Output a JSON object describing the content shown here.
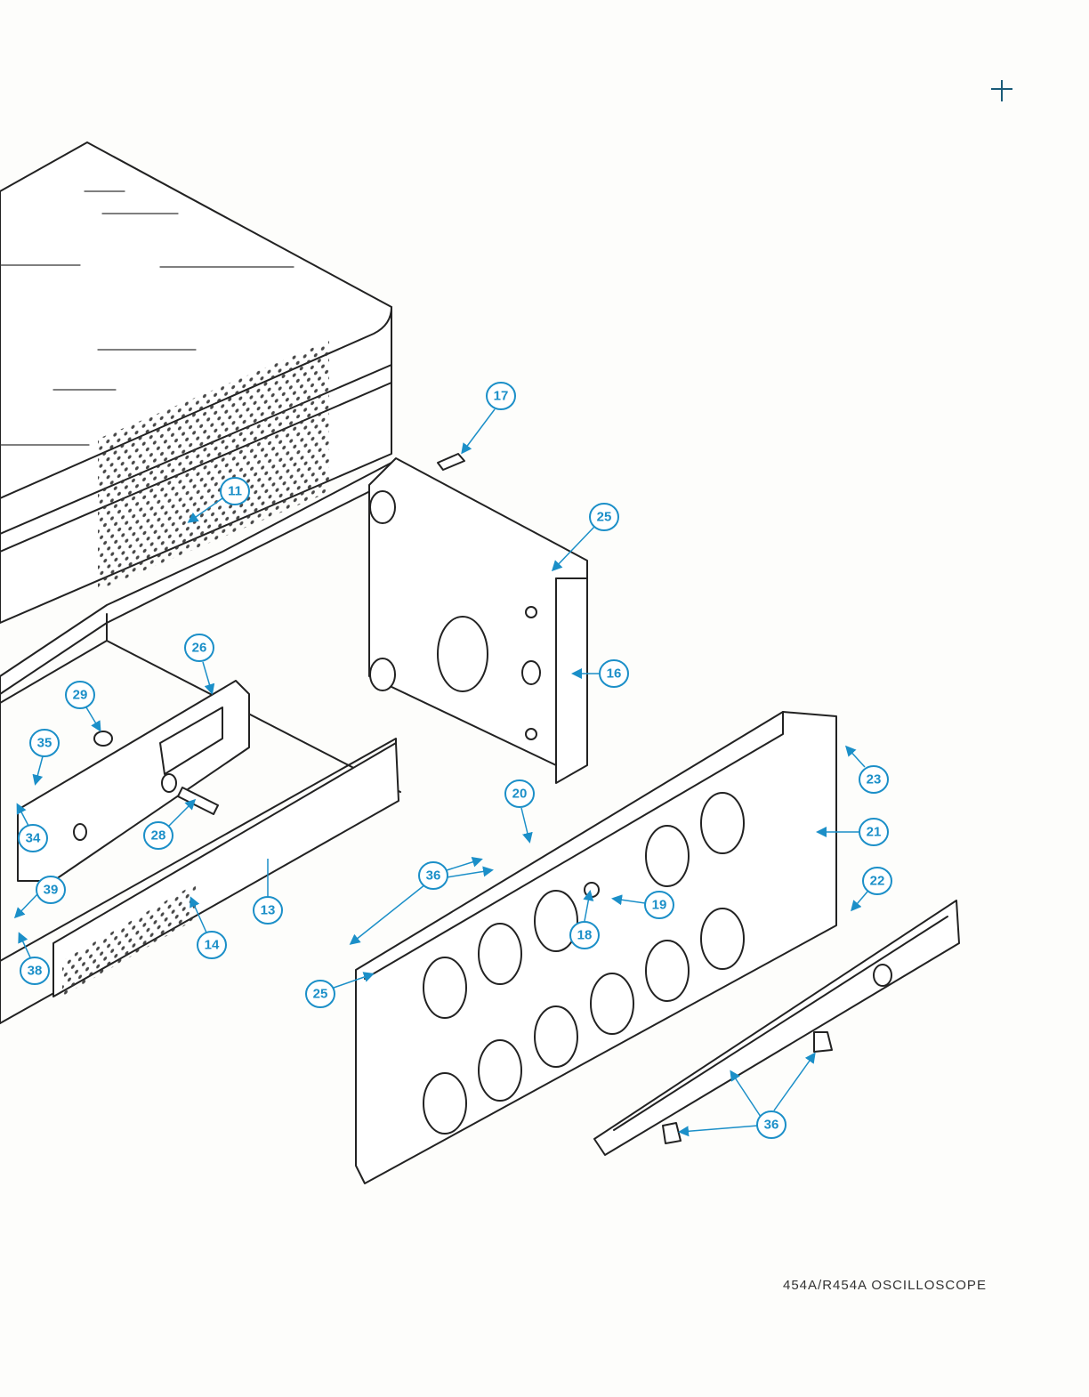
{
  "footer": {
    "title": "454A/R454A OSCILLOSCOPE"
  },
  "callouts": [
    {
      "label": "11"
    },
    {
      "label": "13"
    },
    {
      "label": "14"
    },
    {
      "label": "16"
    },
    {
      "label": "17"
    },
    {
      "label": "18"
    },
    {
      "label": "19"
    },
    {
      "label": "20"
    },
    {
      "label": "21"
    },
    {
      "label": "22"
    },
    {
      "label": "23"
    },
    {
      "label": "25"
    },
    {
      "label": "25"
    },
    {
      "label": "26"
    },
    {
      "label": "28"
    },
    {
      "label": "29"
    },
    {
      "label": "34"
    },
    {
      "label": "35"
    },
    {
      "label": "36"
    },
    {
      "label": "36"
    },
    {
      "label": "38"
    },
    {
      "label": "39"
    }
  ],
  "colors": {
    "callout": "#1b8fc8",
    "ink": "#222222"
  }
}
